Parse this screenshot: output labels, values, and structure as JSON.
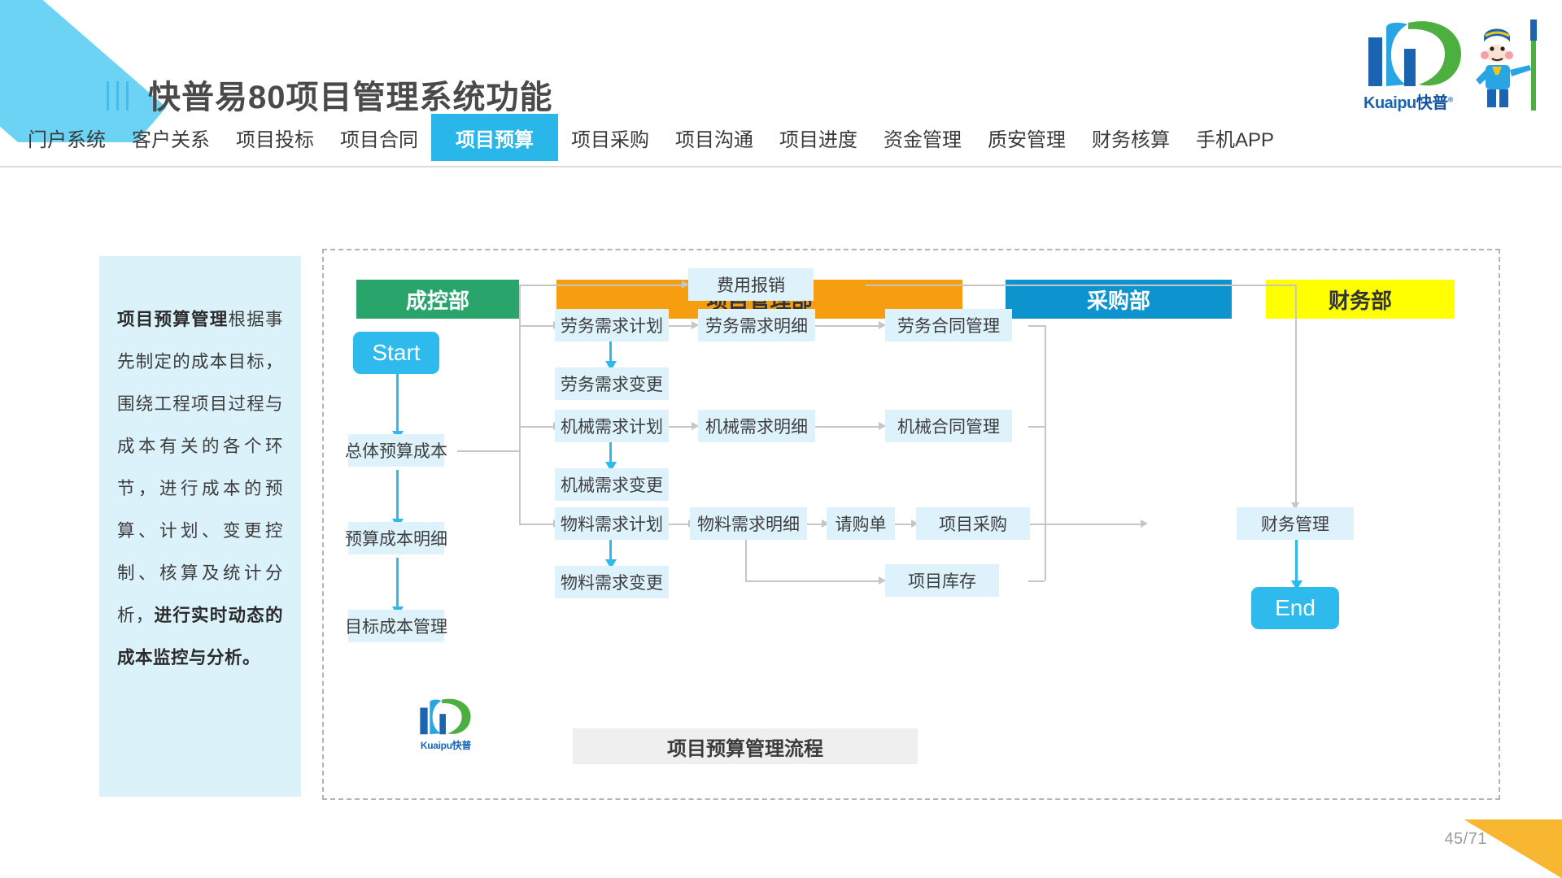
{
  "header": {
    "title": "快普易80项目管理系统功能",
    "logo": {
      "latin": "Kuaipu",
      "cn": "快普",
      "registered": "®"
    }
  },
  "nav": {
    "items": [
      {
        "label": "门户系统",
        "active": false
      },
      {
        "label": "客户关系",
        "active": false
      },
      {
        "label": "项目投标",
        "active": false
      },
      {
        "label": "项目合同",
        "active": false
      },
      {
        "label": "项目预算",
        "active": true
      },
      {
        "label": "项目采购",
        "active": false
      },
      {
        "label": "项目沟通",
        "active": false
      },
      {
        "label": "项目进度",
        "active": false
      },
      {
        "label": "资金管理",
        "active": false
      },
      {
        "label": "质安管理",
        "active": false
      },
      {
        "label": "财务核算",
        "active": false
      },
      {
        "label": "手机APP",
        "active": false
      }
    ]
  },
  "description": {
    "lead": "项目预算管理",
    "body": "根据事先制定的成本目标，围绕工程项目过程与成本有关的各个环节，进行成本的预算、计划、变更控制、核算及统计分析，",
    "tail": "进行实时动态的成本监控与分析。"
  },
  "flow": {
    "caption": "项目预算管理流程",
    "departments": [
      {
        "name": "成控部",
        "color": "#29a56c"
      },
      {
        "name": "项目管理部",
        "color": "#f79d10"
      },
      {
        "name": "采购部",
        "color": "#0d93ce"
      },
      {
        "name": "财务部",
        "color": "#ffff00"
      }
    ],
    "nodes": {
      "start": "Start",
      "end": "End",
      "overall_budget_cost": "总体预算成本",
      "budget_cost_detail": "预算成本明细",
      "target_cost_mgmt": "目标成本管理",
      "expense_reimbursement": "费用报销",
      "labor_demand_plan": "劳务需求计划",
      "labor_demand_detail": "劳务需求明细",
      "labor_demand_change": "劳务需求变更",
      "labor_contract_mgmt": "劳务合同管理",
      "machine_demand_plan": "机械需求计划",
      "machine_demand_detail": "机械需求明细",
      "machine_demand_change": "机械需求变更",
      "machine_contract_mgmt": "机械合同管理",
      "material_demand_plan": "物料需求计划",
      "material_demand_detail": "物料需求明细",
      "material_demand_change": "物料需求变更",
      "purchase_request": "请购单",
      "project_procurement": "项目采购",
      "project_inventory": "项目库存",
      "finance_mgmt": "财务管理"
    }
  },
  "footer": {
    "page_number": "45/71"
  },
  "colors": {
    "accent": "#29b6e8",
    "banner": "#6dd3f5",
    "corner": "#f7b731",
    "node_fill": "#ddf2fb",
    "connector": "#c6c6c6"
  }
}
